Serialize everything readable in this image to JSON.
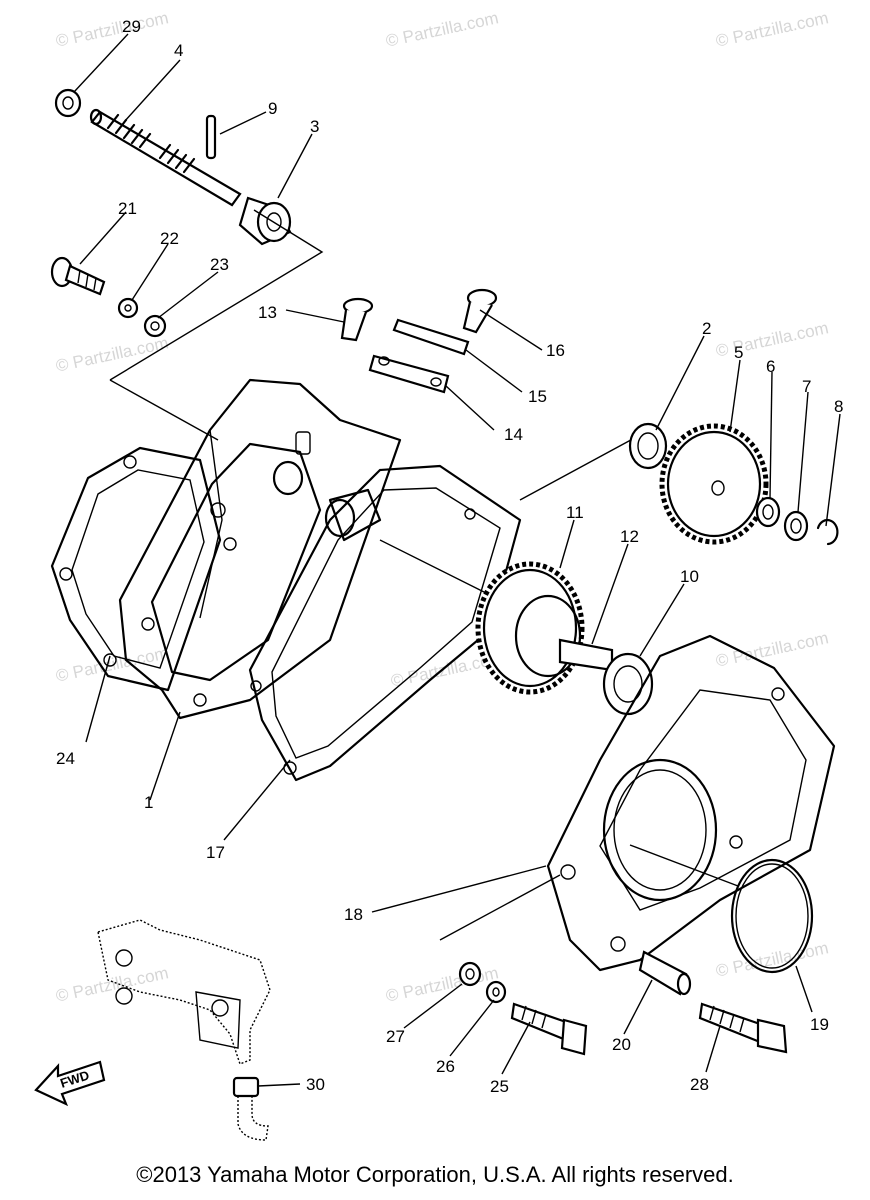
{
  "watermark": "© Partzilla.com",
  "callouts": [
    "29",
    "4",
    "9",
    "3",
    "21",
    "22",
    "23",
    "13",
    "16",
    "15",
    "14",
    "2",
    "5",
    "6",
    "7",
    "8",
    "11",
    "12",
    "10",
    "24",
    "1",
    "17",
    "18",
    "19",
    "27",
    "26",
    "25",
    "20",
    "28",
    "30"
  ],
  "fwd_label": "FWD",
  "copyright": "©2013 Yamaha Motor Corporation, U.S.A. All rights reserved."
}
